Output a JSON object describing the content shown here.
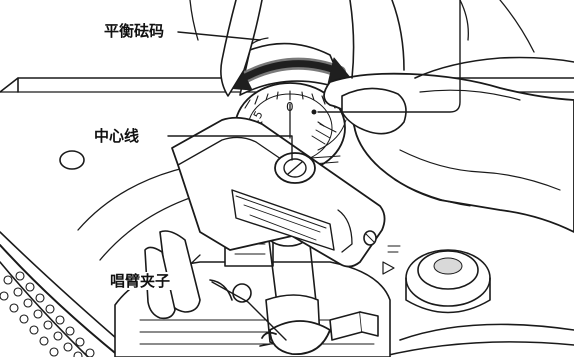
{
  "labels": {
    "balance_weight": "平衡砝码",
    "center_line": "中心线",
    "arm_clamp": "唱臂夹子"
  },
  "dial": {
    "scale_zero": "0",
    "scale_left": "3.5"
  },
  "colors": {
    "line": "#1a1a1a",
    "fill": "#ffffff",
    "shade": "#d9d9d9",
    "arrow_dark": "#1f1f1f",
    "arrow_light": "#7a7a7a"
  },
  "icons": {
    "rotate": "double-headed-curved-arrow",
    "hand": "hand-illustration"
  }
}
